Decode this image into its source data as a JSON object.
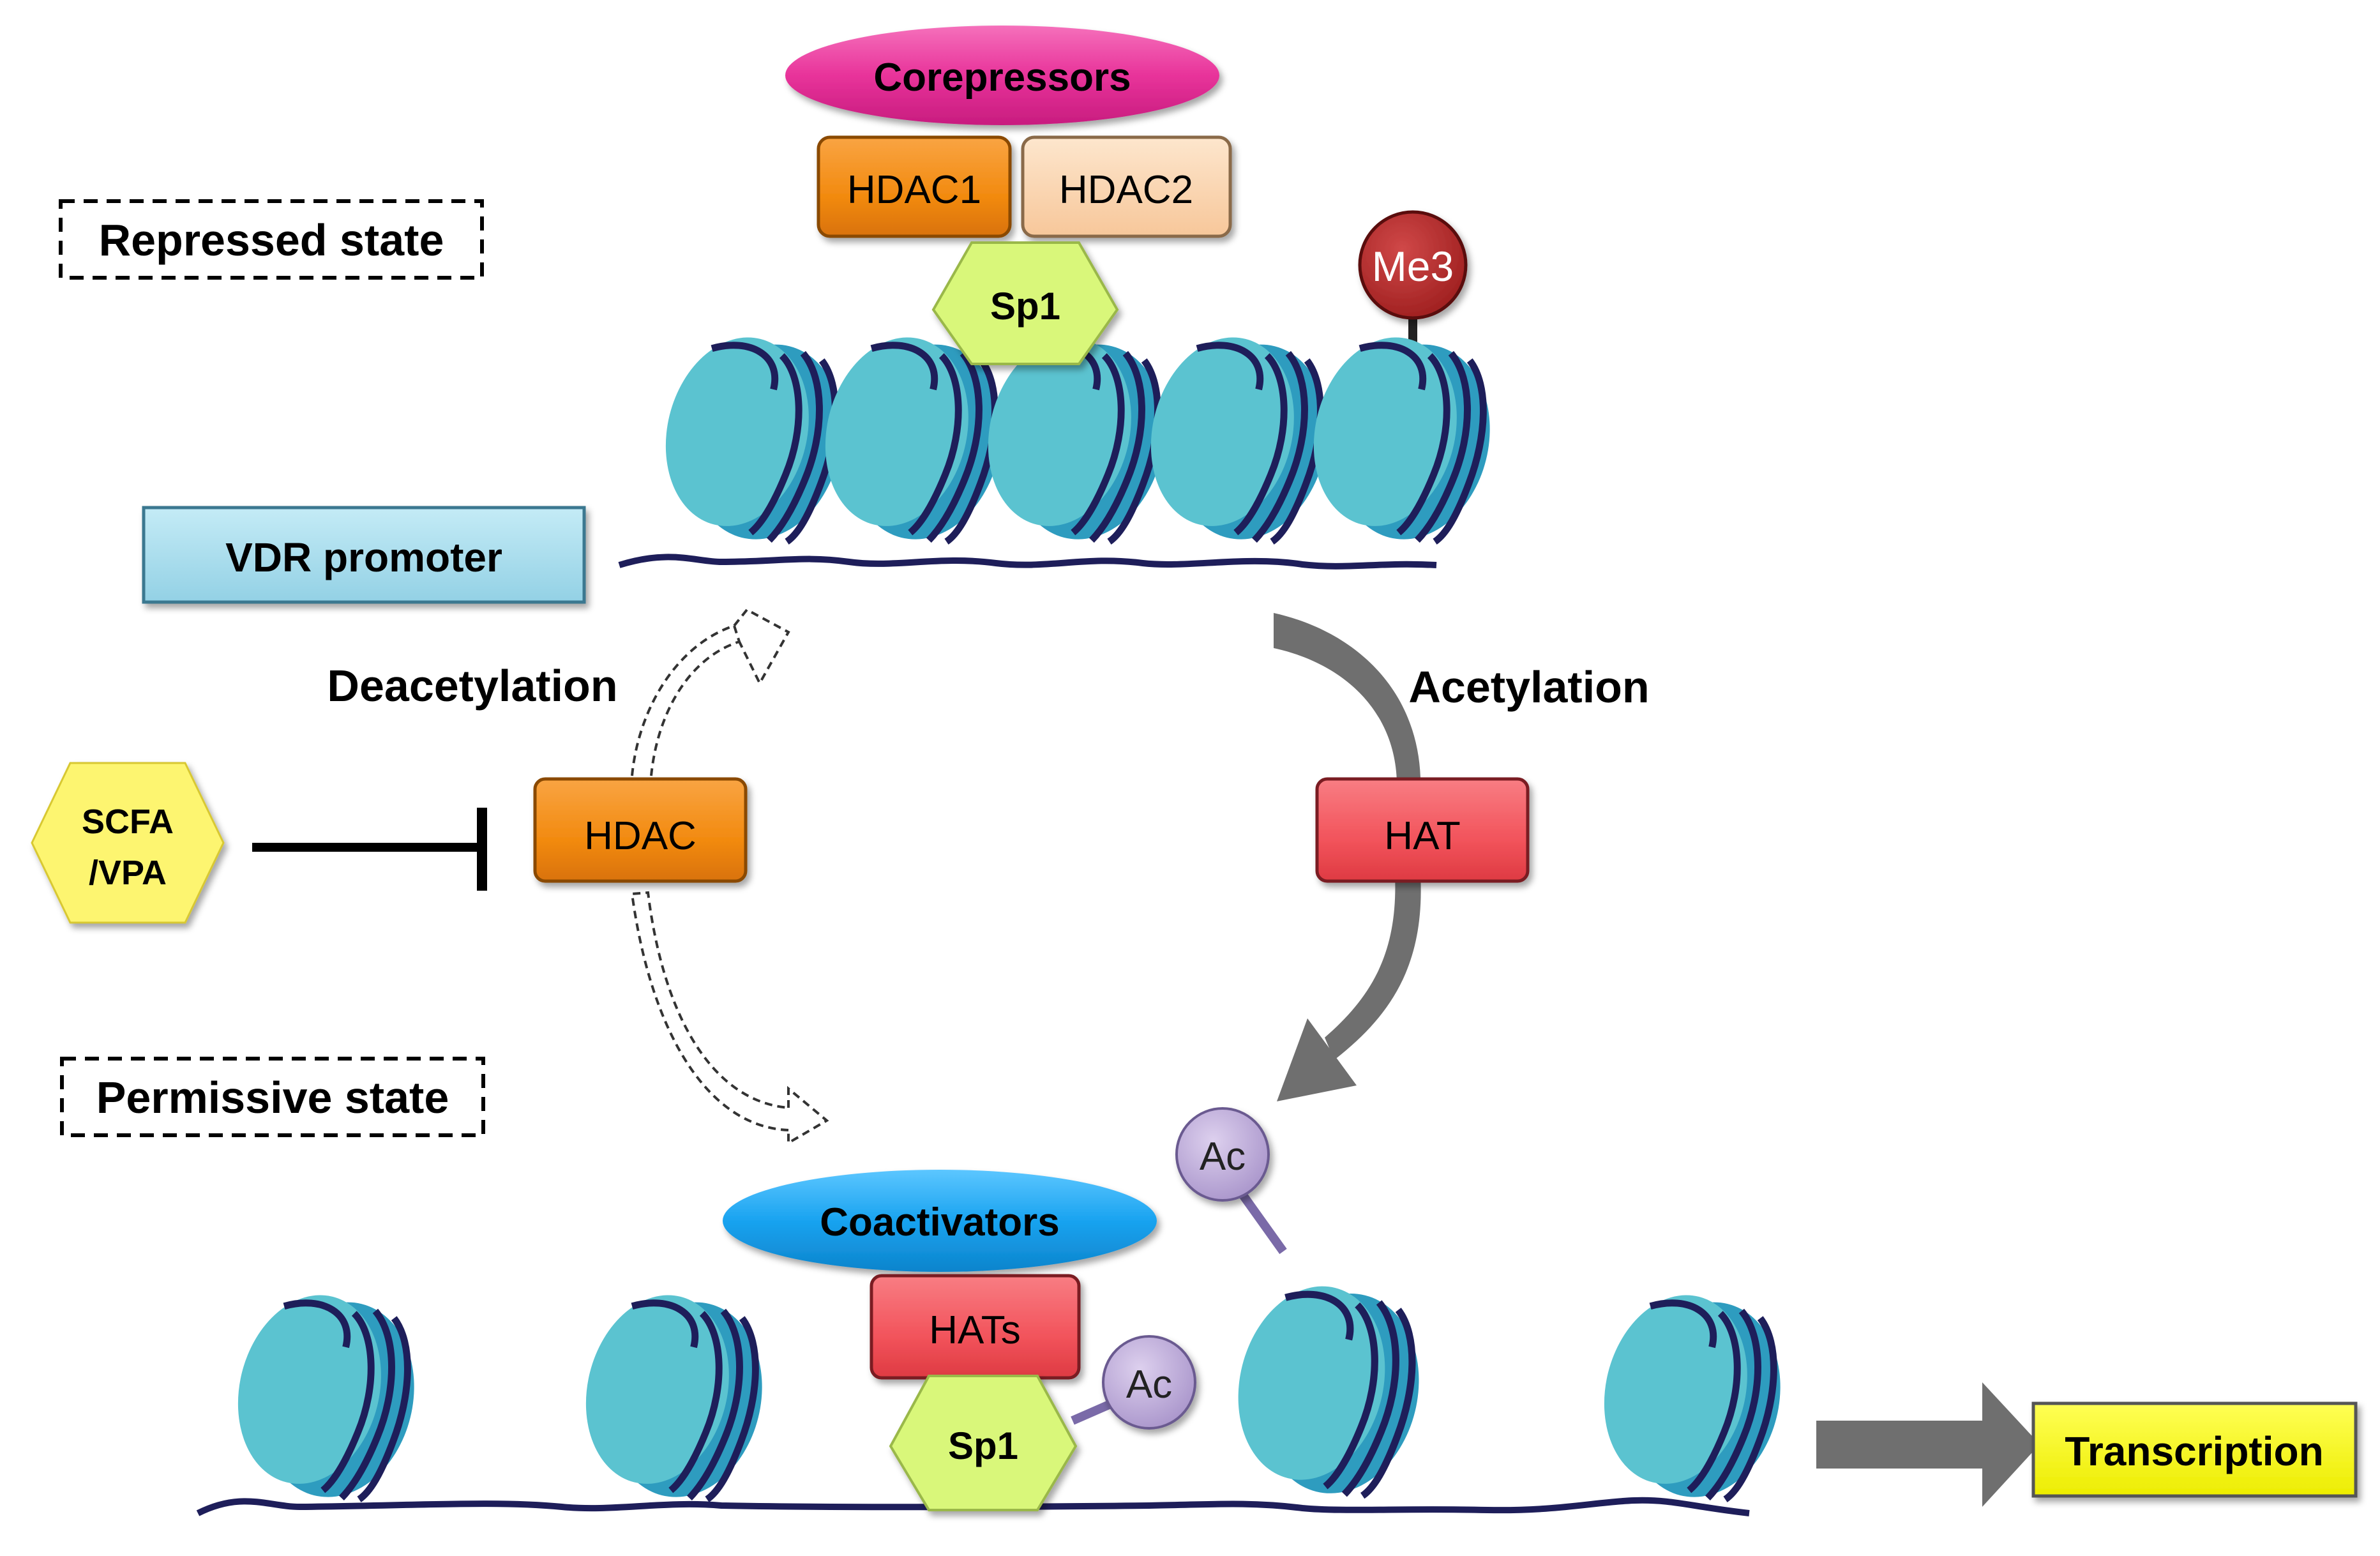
{
  "repressed": {
    "state_label": "Repressed state",
    "corepressors": "Corepressors",
    "hdac1": "HDAC1",
    "hdac2": "HDAC2",
    "sp1": "Sp1",
    "me3": "Me3",
    "promoter": "VDR promoter"
  },
  "cycle": {
    "deacetylation": "Deacetylation",
    "acetylation": "Acetylation",
    "hdac": "HDAC",
    "hat": "HAT",
    "inhibitor_line1": "SCFA",
    "inhibitor_line2": "/VPA"
  },
  "permissive": {
    "state_label": "Permissive state",
    "coactivators": "Coactivators",
    "hats": "HATs",
    "sp1": "Sp1",
    "ac_nucleosome": "Ac",
    "ac_sp1": "Ac",
    "transcription": "Transcription"
  },
  "colors": {
    "nucleosome_light": "#5bc3d0",
    "nucleosome_dark": "#2e9cbf",
    "dna": "#1e1e5a",
    "corepressors": "#e8339a",
    "hdac1": "#f28a0f",
    "hdac2": "#fcd5b0",
    "sp1": "#d9f77a",
    "me3": "#b52a2a",
    "promoter": "#a8dcec",
    "hat": "#f2535b",
    "coactivators": "#19a3f0",
    "ac": "#c1aed8",
    "inhibitor": "#fdf570",
    "transcription": "#fafa05",
    "arrow_grey": "#6f6f6f"
  }
}
